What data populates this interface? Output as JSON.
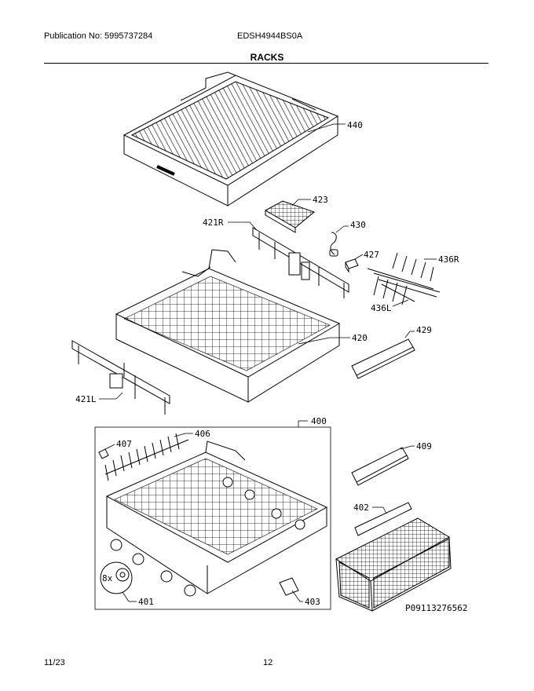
{
  "header": {
    "publication": "Publication No: 5995737284",
    "model": "EDSH4944BS0A"
  },
  "title": "RACKS",
  "callouts": {
    "c440": "440",
    "c423": "423",
    "c421R": "421R",
    "c430": "430",
    "c427": "427",
    "c436R": "436R",
    "c436L": "436L",
    "c420": "420",
    "c429": "429",
    "c421L": "421L",
    "c400": "400",
    "c406": "406",
    "c407": "407",
    "c409": "409",
    "c402": "402",
    "c8x": "8x",
    "c401": "401",
    "c403": "403"
  },
  "diagram_code": "P09113276562",
  "footer": {
    "date": "11/23",
    "page": "12"
  }
}
